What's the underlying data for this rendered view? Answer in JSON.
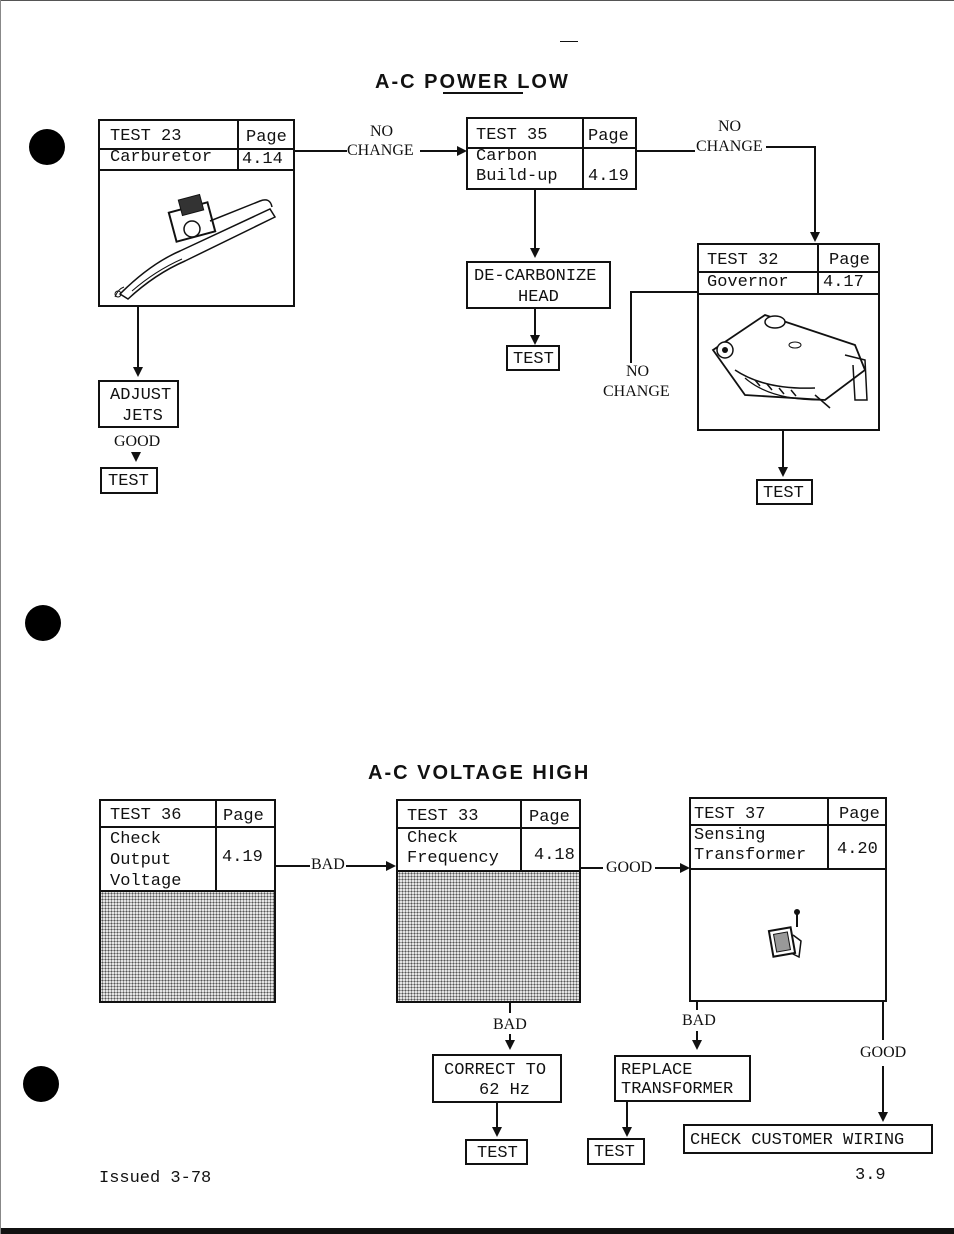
{
  "section1": {
    "title": "A-C POWER LOW",
    "test23": {
      "test": "TEST 23",
      "page_label": "Page",
      "name": "Carburetor",
      "page": "4.14"
    },
    "test35": {
      "test": "TEST 35",
      "page_label": "Page",
      "name_l1": "Carbon",
      "name_l2": "Build-up",
      "page": "4.19"
    },
    "test32": {
      "test": "TEST 32",
      "page_label": "Page",
      "name": "Governor",
      "page": "4.17"
    },
    "no_change_1_l1": "NO",
    "no_change_1_l2": "CHANGE",
    "no_change_2_l1": "NO",
    "no_change_2_l2": "CHANGE",
    "no_change_3_l1": "NO",
    "no_change_3_l2": "CHANGE",
    "decarbonize_l1": "DE-CARBONIZE",
    "decarbonize_l2": "HEAD",
    "adjust_l1": "ADJUST",
    "adjust_l2": "JETS",
    "good": "GOOD",
    "test_a": "TEST",
    "test_b": "TEST",
    "test_c": "TEST"
  },
  "section2": {
    "title": "A-C VOLTAGE HIGH",
    "test36": {
      "test": "TEST 36",
      "page_label": "Page",
      "name_l1": "Check",
      "name_l2": "Output",
      "name_l3": "Voltage",
      "page": "4.19"
    },
    "test33": {
      "test": "TEST 33",
      "page_label": "Page",
      "name_l1": "Check",
      "name_l2": "Frequency",
      "page": "4.18"
    },
    "test37": {
      "test": "TEST 37",
      "page_label": "Page",
      "name_l1": "Sensing",
      "name_l2": "Transformer",
      "page": "4.20"
    },
    "bad_1": "BAD",
    "good_1": "GOOD",
    "bad_2": "BAD",
    "bad_3": "BAD",
    "good_2": "GOOD",
    "correct_l1": "CORRECT TO",
    "correct_l2": "62 Hz",
    "replace_l1": "REPLACE",
    "replace_l2": "TRANSFORMER",
    "check_wiring": "CHECK CUSTOMER WIRING",
    "test_d": "TEST",
    "test_e": "TEST"
  },
  "footer": {
    "issued": "Issued 3-78",
    "page_number": "3.9"
  }
}
